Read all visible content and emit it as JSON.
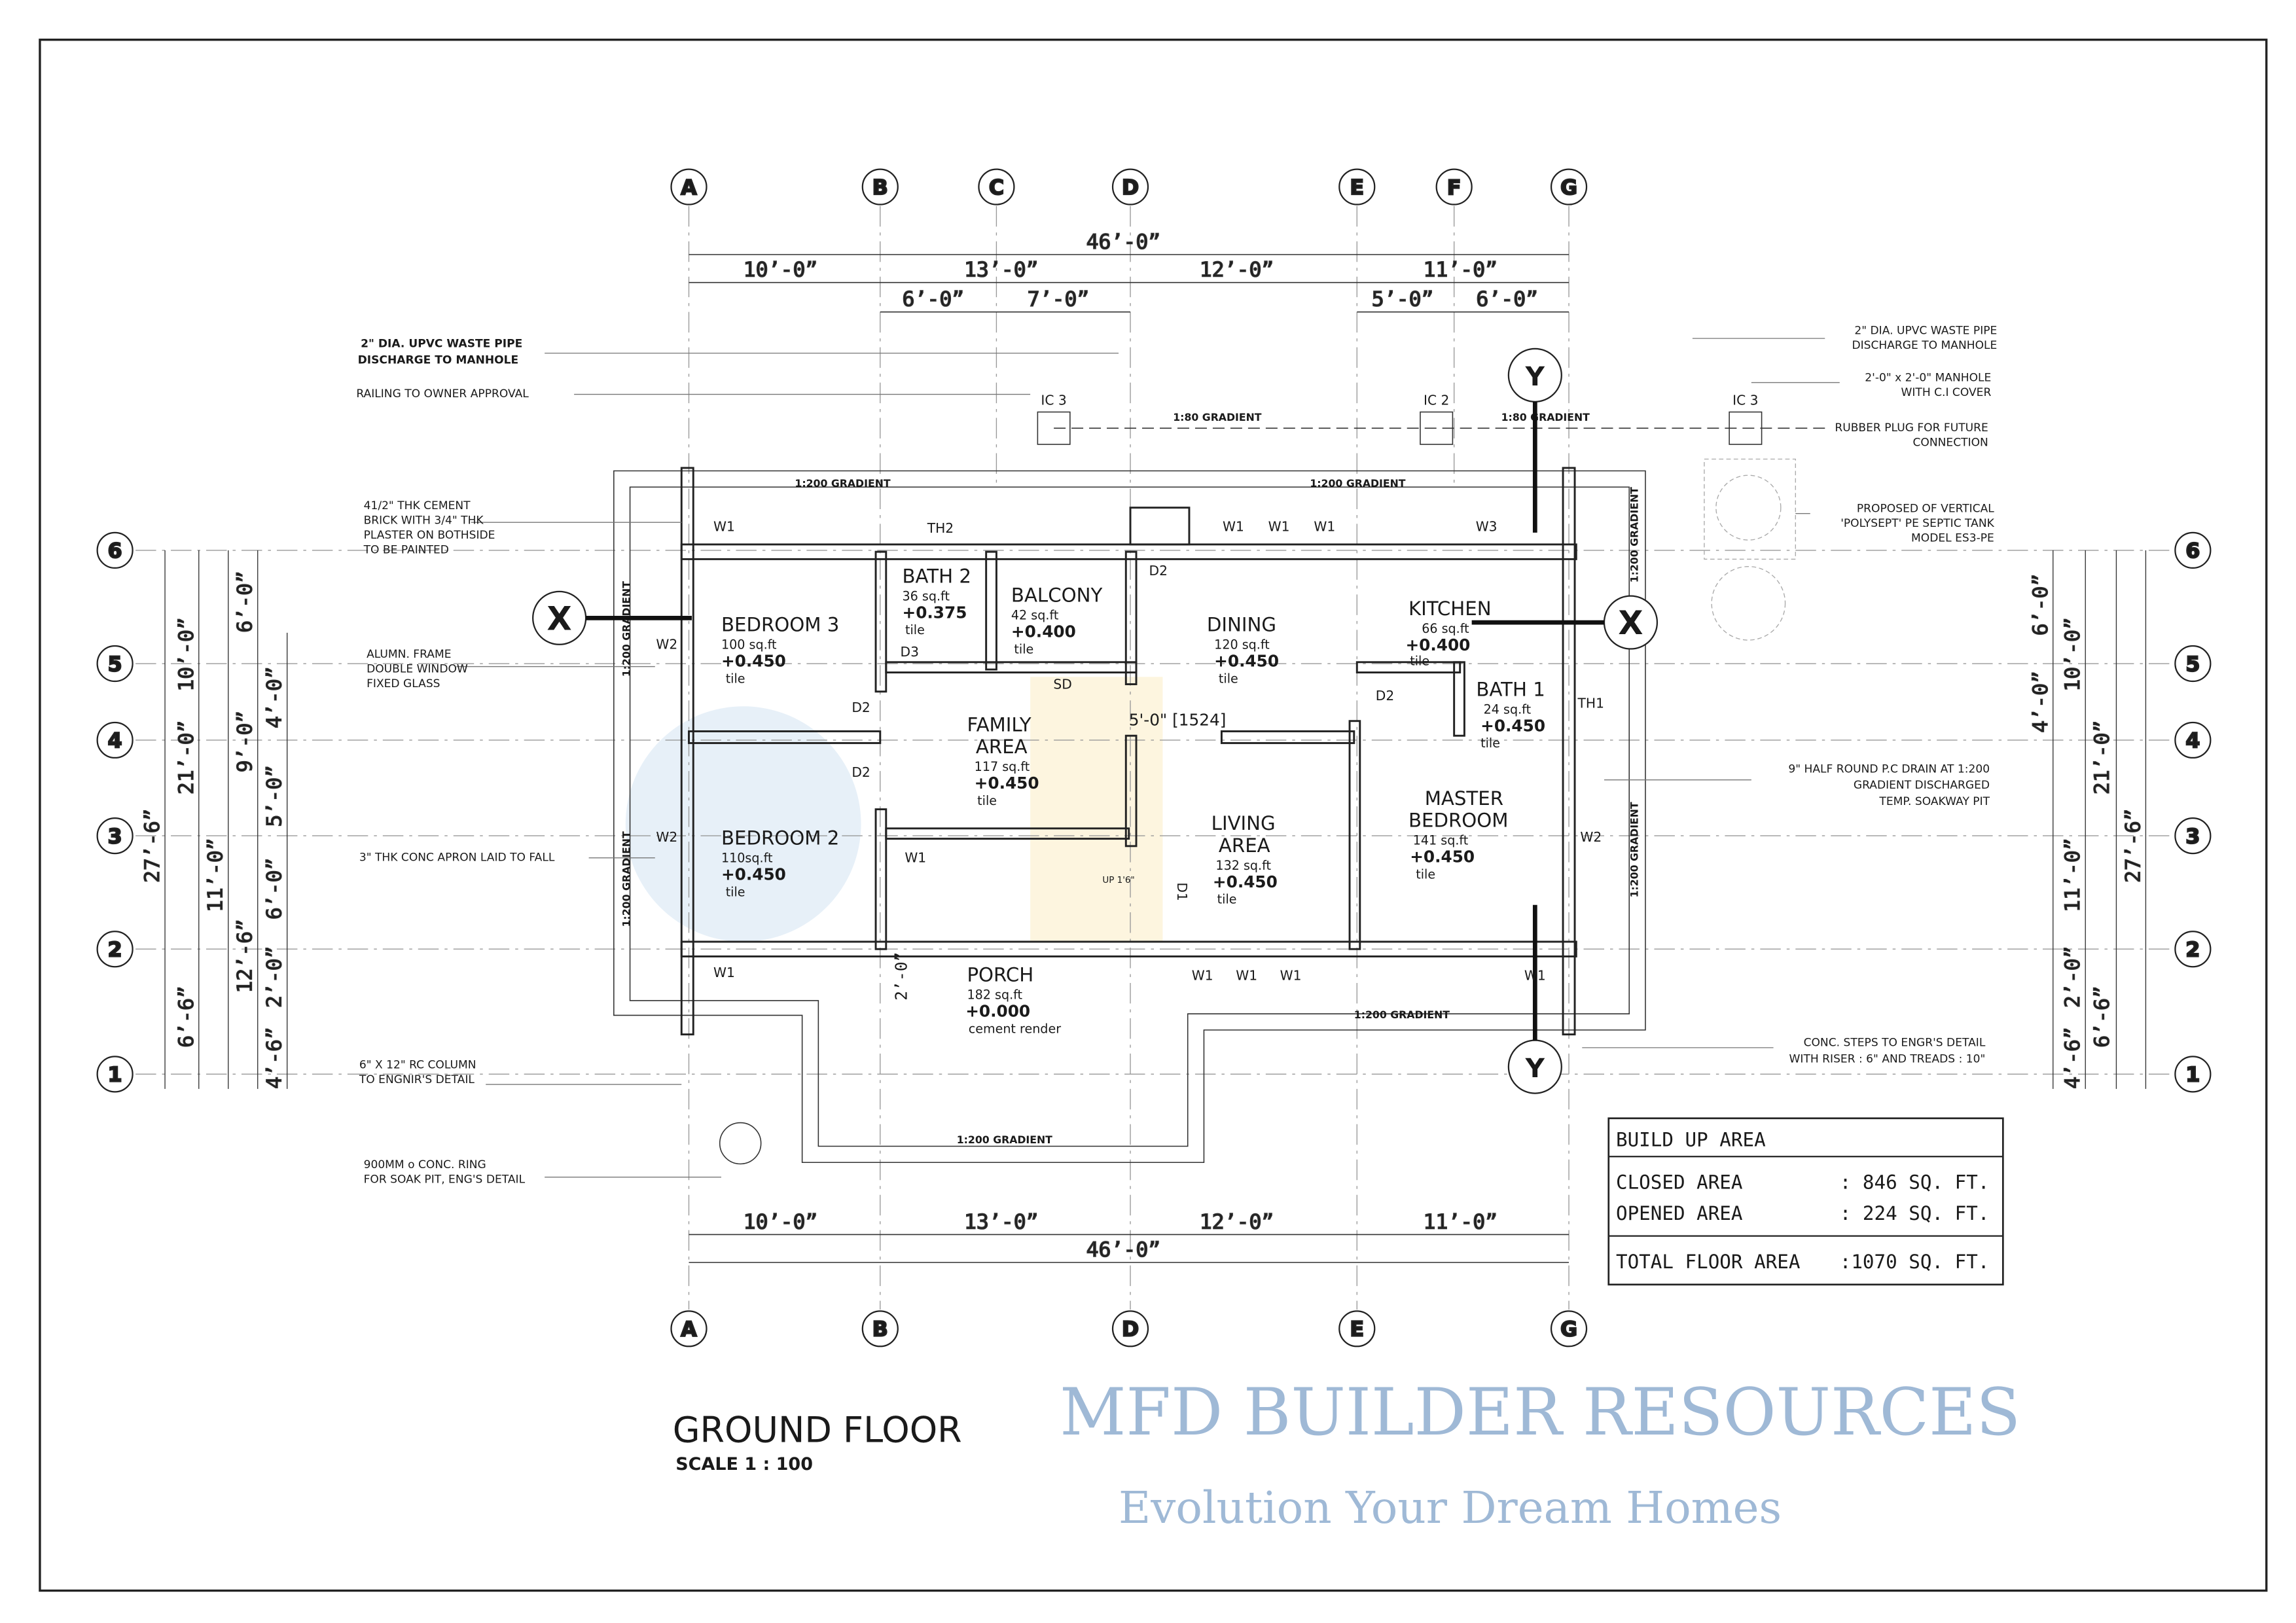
{
  "drawing": {
    "title": "GROUND FLOOR",
    "scale": "SCALE 1 : 100"
  },
  "watermark": {
    "brand": "MFD BUILDER RESOURCES",
    "tagline": "Evolution Your Dream Homes"
  },
  "grid": {
    "columns": [
      "A",
      "B",
      "C",
      "D",
      "E",
      "F",
      "G"
    ],
    "columns_bottom": [
      "A",
      "B",
      "D",
      "E",
      "G"
    ],
    "rows": [
      "6",
      "5",
      "4",
      "3",
      "2",
      "1"
    ]
  },
  "dims": {
    "top_total": "46’-0”",
    "top_main": [
      "10’-0”",
      "13’-0”",
      "12’-0”",
      "11’-0”"
    ],
    "top_sub": [
      "6’-0”",
      "7’-0”",
      "5’-0”",
      "6’-0”"
    ],
    "bottom_main": [
      "10’-0”",
      "13’-0”",
      "12’-0”",
      "11’-0”"
    ],
    "bottom_total": "46’-0”",
    "left": [
      "27’-6”",
      "21’-0”",
      "10’-0”",
      "11’-0”",
      "6’-6”",
      "6’-0”",
      "9’-0”",
      "12’-6”",
      "4’-0”",
      "5’-0”",
      "6’-0”",
      "2’-0”",
      "4’-6”"
    ],
    "right": [
      "6’-0”",
      "4’-0”",
      "10’-0”",
      "21’-0”",
      "27’-6”",
      "11’-0”",
      "2’-0”",
      "4’-6”",
      "6’-6”"
    ],
    "porch": "2’-0”",
    "corridor": "5'-0\" [1524]"
  },
  "notes_left": [
    [
      "2\" DIA. UPVC WASTE PIPE",
      "DISCHARGE TO MANHOLE"
    ],
    [
      "RAILING TO OWNER APPROVAL"
    ],
    [
      "41/2\" THK CEMENT",
      "BRICK WITH 3/4\" THK",
      "PLASTER ON BOTHSIDE",
      "TO BE PAINTED"
    ],
    [
      "ALUMN. FRAME",
      "DOUBLE WINDOW",
      "FIXED GLASS"
    ],
    [
      "3\" THK CONC APRON LAID TO FALL"
    ],
    [
      "6\" X 12\" RC COLUMN",
      "TO ENGNIR'S DETAIL"
    ],
    [
      "900MM o CONC. RING",
      "FOR SOAK PIT, ENG'S DETAIL"
    ]
  ],
  "notes_right": [
    [
      "2\" DIA. UPVC WASTE PIPE",
      "DISCHARGE TO MANHOLE"
    ],
    [
      "2'-0\" x 2'-0\" MANHOLE",
      "WITH C.I COVER"
    ],
    [
      "RUBBER PLUG FOR FUTURE",
      "CONNECTION"
    ],
    [
      "PROPOSED OF VERTICAL",
      "'POLYSEPT' PE SEPTIC TANK",
      "MODEL ES3-PE"
    ],
    [
      "9\" HALF ROUND P.C DRAIN AT 1:200",
      "GRADIENT DISCHARGED",
      "TEMP. SOAKWAY PIT"
    ],
    [
      "CONC. STEPS TO ENGR'S DETAIL",
      "WITH RISER : 6\" AND TREADS : 10\""
    ]
  ],
  "gradients": {
    "g200": "1:200 GRADIENT",
    "g80": "1:80 GRADIENT"
  },
  "inspection": [
    "IC 3",
    "IC 2",
    "IC 3"
  ],
  "section_marks": {
    "x": "X",
    "y": "Y"
  },
  "rooms": [
    {
      "name": [
        "BEDROOM 3"
      ],
      "area": "100 sq.ft",
      "level": "+0.450",
      "finish": "tile"
    },
    {
      "name": [
        "BATH 2"
      ],
      "area": "36 sq.ft",
      "level": "+0.375",
      "finish": "tile"
    },
    {
      "name": [
        "BALCONY"
      ],
      "area": "42 sq.ft",
      "level": "+0.400",
      "finish": "tile"
    },
    {
      "name": [
        "DINING"
      ],
      "area": "120 sq.ft",
      "level": "+0.450",
      "finish": "tile"
    },
    {
      "name": [
        "KITCHEN"
      ],
      "area": "66 sq.ft",
      "level": "+0.400",
      "finish": "tile"
    },
    {
      "name": [
        "BATH 1"
      ],
      "area": "24 sq.ft",
      "level": "+0.450",
      "finish": "tile"
    },
    {
      "name": [
        "FAMILY",
        "AREA"
      ],
      "area": "117 sq.ft",
      "level": "+0.450",
      "finish": "tile"
    },
    {
      "name": [
        "BEDROOM 2"
      ],
      "area": "110sq.ft",
      "level": "+0.450",
      "finish": "tile"
    },
    {
      "name": [
        "LIVING",
        "AREA"
      ],
      "area": "132 sq.ft",
      "level": "+0.450",
      "finish": "tile"
    },
    {
      "name": [
        "MASTER",
        "BEDROOM"
      ],
      "area": "141 sq.ft",
      "level": "+0.450",
      "finish": "tile"
    },
    {
      "name": [
        "PORCH"
      ],
      "area": "182 sq.ft",
      "level": "+0.000",
      "finish": "cement  render"
    }
  ],
  "tags": {
    "W1": "W1",
    "W2": "W2",
    "W3": "W3",
    "D1": "D1",
    "D2": "D2",
    "D3": "D3",
    "SD": "SD",
    "TH1": "TH1",
    "TH2": "TH2",
    "up": "UP 1'6\""
  },
  "area_table": {
    "title": "BUILD UP AREA",
    "rows": [
      {
        "label": "CLOSED AREA",
        "value": ": 846 SQ. FT."
      },
      {
        "label": "OPENED AREA",
        "value": ": 224 SQ. FT."
      }
    ],
    "total": {
      "label": "TOTAL FLOOR AREA",
      "value": ":1070 SQ. FT."
    }
  }
}
